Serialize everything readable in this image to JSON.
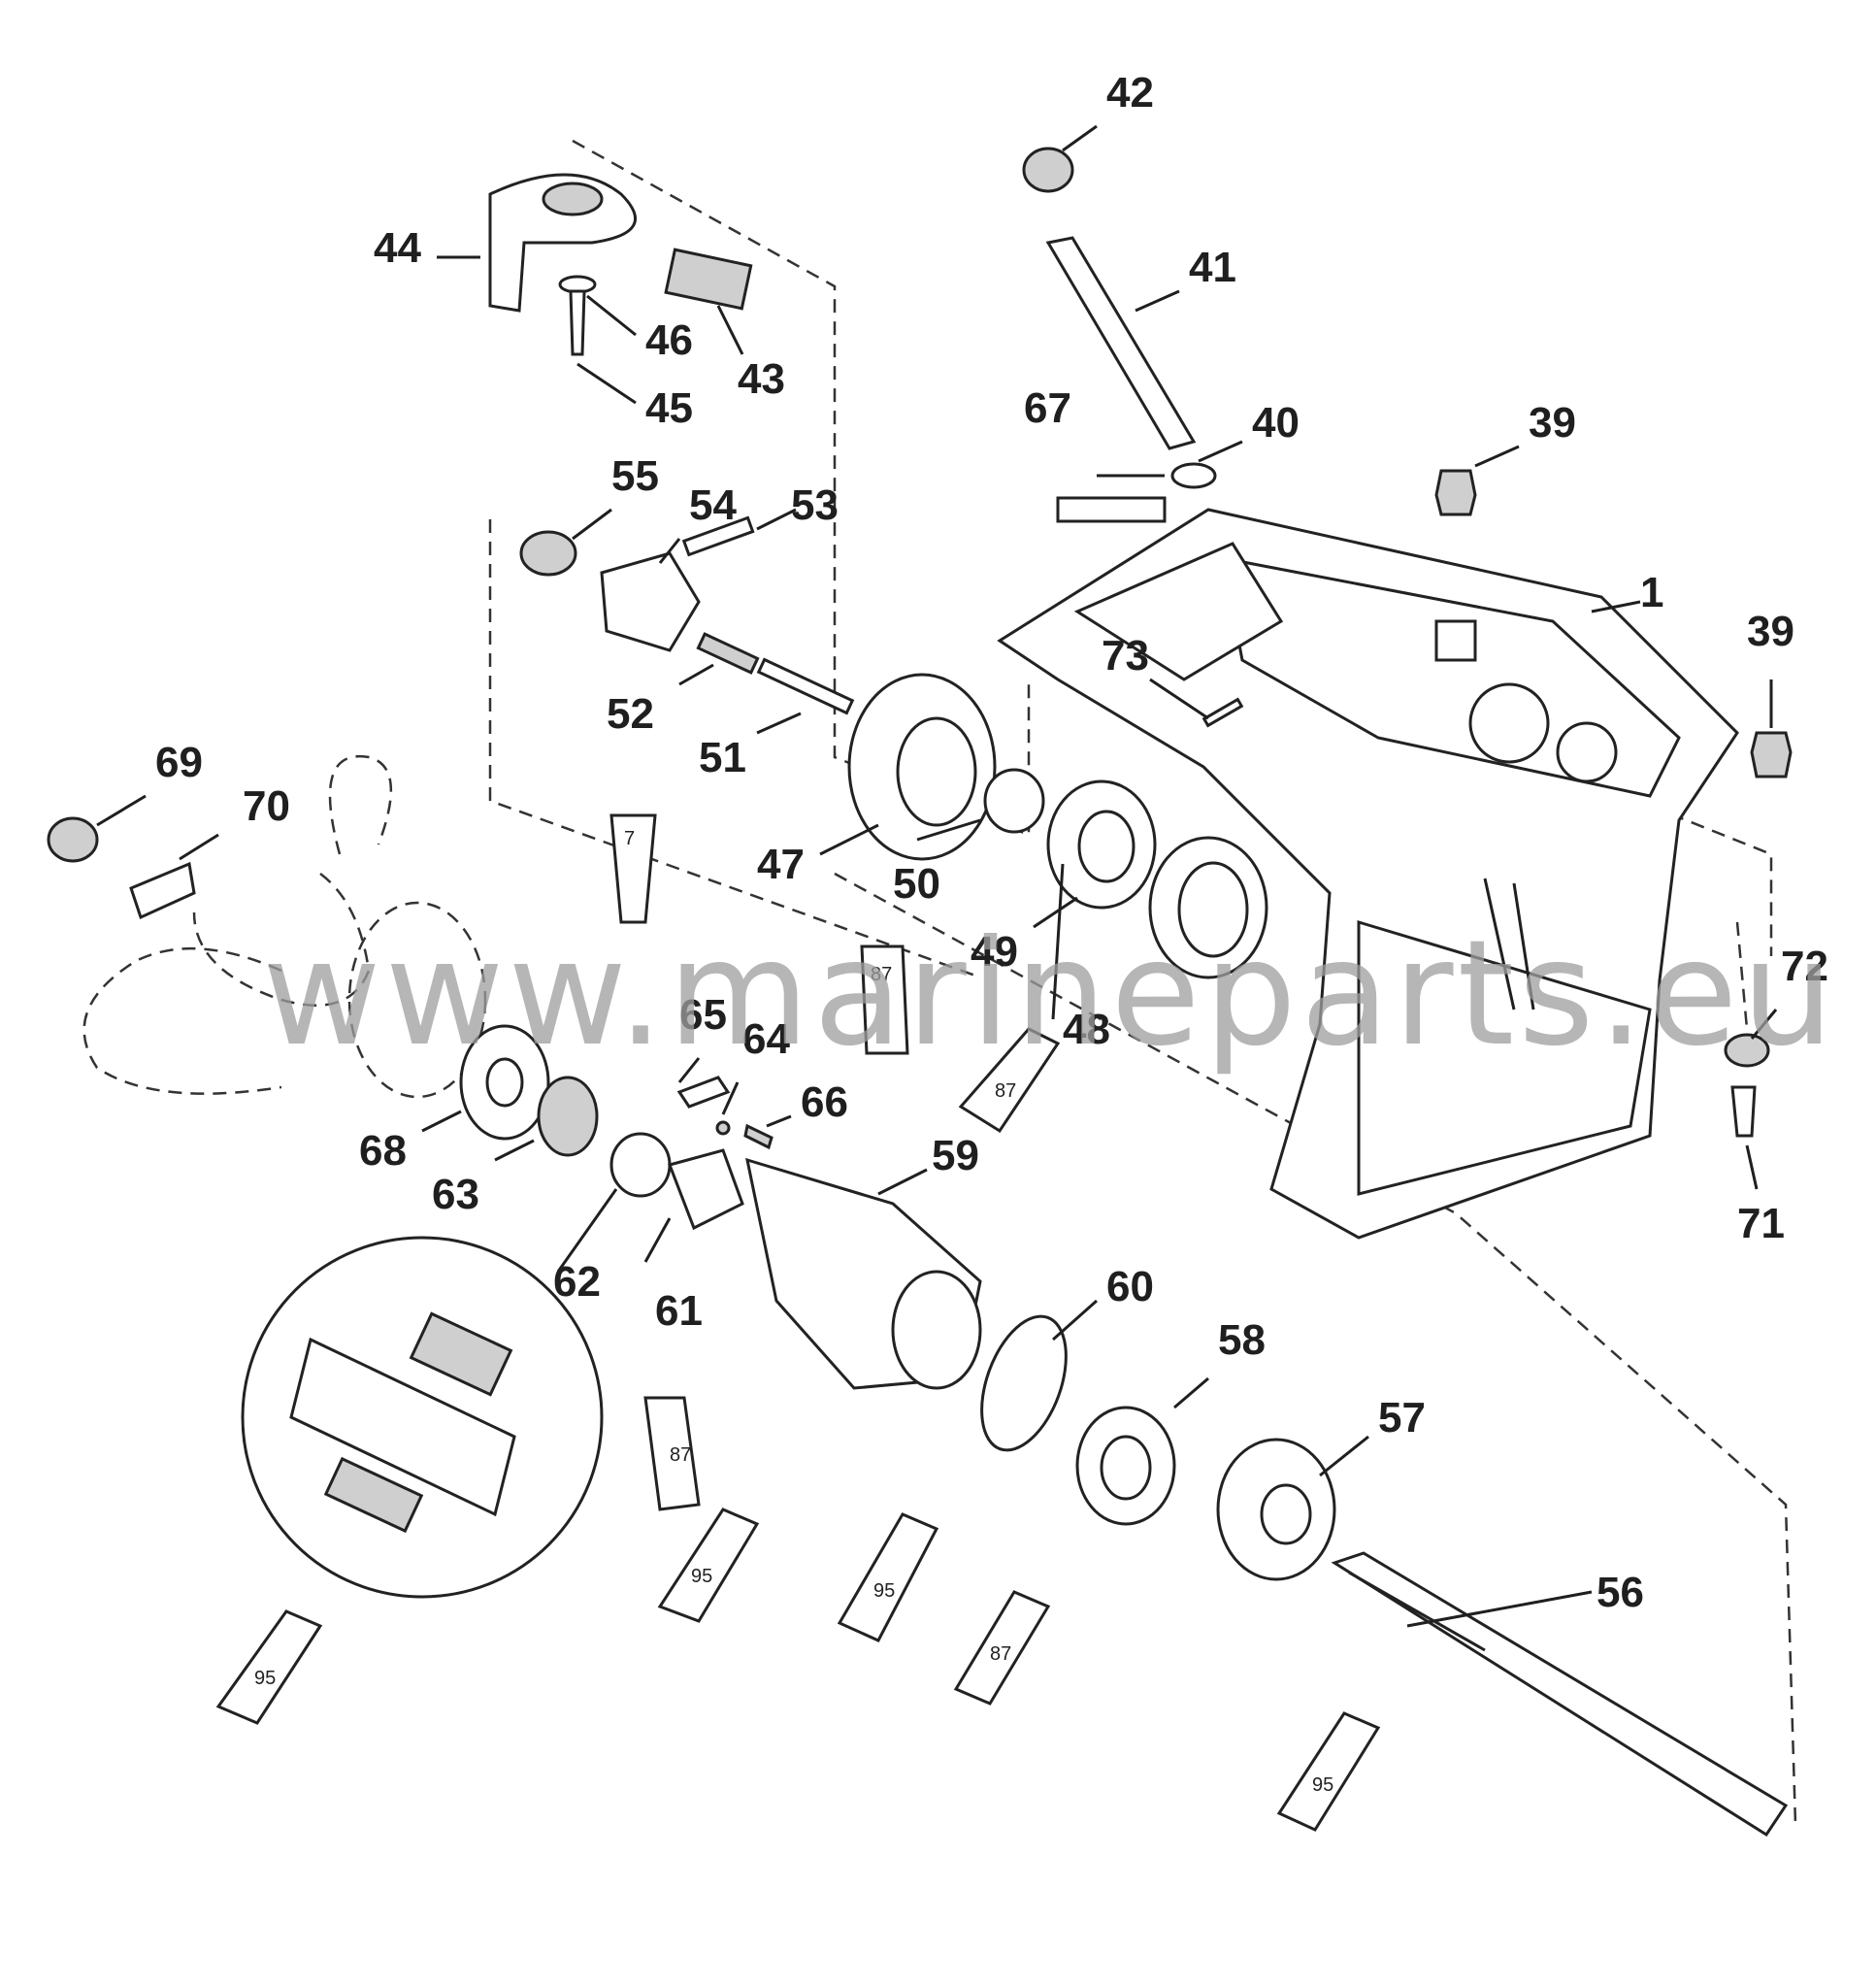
{
  "watermark": "www.marineparts.eu",
  "callouts": [
    {
      "id": "1",
      "label": "1"
    },
    {
      "id": "39a",
      "label": "39"
    },
    {
      "id": "39b",
      "label": "39"
    },
    {
      "id": "40",
      "label": "40"
    },
    {
      "id": "41",
      "label": "41"
    },
    {
      "id": "42",
      "label": "42"
    },
    {
      "id": "43",
      "label": "43"
    },
    {
      "id": "44",
      "label": "44"
    },
    {
      "id": "45",
      "label": "45"
    },
    {
      "id": "46",
      "label": "46"
    },
    {
      "id": "47",
      "label": "47"
    },
    {
      "id": "48",
      "label": "48"
    },
    {
      "id": "49",
      "label": "49"
    },
    {
      "id": "50",
      "label": "50"
    },
    {
      "id": "51",
      "label": "51"
    },
    {
      "id": "52",
      "label": "52"
    },
    {
      "id": "53",
      "label": "53"
    },
    {
      "id": "54",
      "label": "54"
    },
    {
      "id": "55",
      "label": "55"
    },
    {
      "id": "56",
      "label": "56"
    },
    {
      "id": "57",
      "label": "57"
    },
    {
      "id": "58",
      "label": "58"
    },
    {
      "id": "59",
      "label": "59"
    },
    {
      "id": "60",
      "label": "60"
    },
    {
      "id": "61",
      "label": "61"
    },
    {
      "id": "62",
      "label": "62"
    },
    {
      "id": "63",
      "label": "63"
    },
    {
      "id": "64",
      "label": "64"
    },
    {
      "id": "65",
      "label": "65"
    },
    {
      "id": "66",
      "label": "66"
    },
    {
      "id": "67",
      "label": "67"
    },
    {
      "id": "68",
      "label": "68"
    },
    {
      "id": "69",
      "label": "69"
    },
    {
      "id": "70",
      "label": "70"
    },
    {
      "id": "71",
      "label": "71"
    },
    {
      "id": "72",
      "label": "72"
    },
    {
      "id": "73",
      "label": "73"
    }
  ],
  "lubricant_tubes": [
    {
      "id": "t7",
      "label": "7"
    },
    {
      "id": "t87a",
      "label": "87"
    },
    {
      "id": "t87b",
      "label": "87"
    },
    {
      "id": "t87c",
      "label": "87"
    },
    {
      "id": "t87d",
      "label": "87"
    },
    {
      "id": "t95a",
      "label": "95"
    },
    {
      "id": "t95b",
      "label": "95"
    },
    {
      "id": "t95c",
      "label": "95"
    },
    {
      "id": "t95d",
      "label": "95"
    }
  ]
}
